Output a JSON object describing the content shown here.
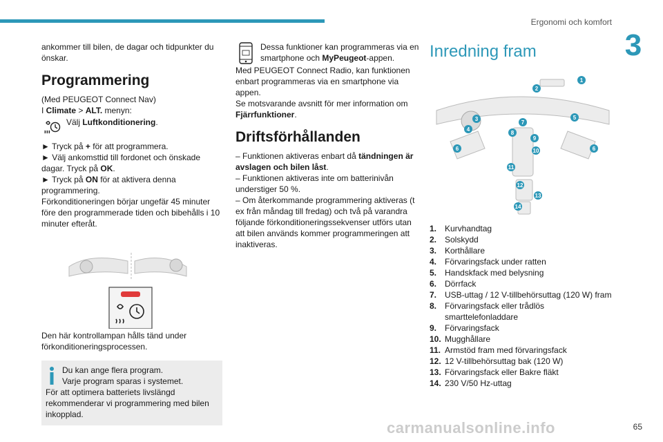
{
  "header": {
    "chapter_title": "Ergonomi och komfort",
    "chapter_number": "3",
    "accent_color": "#2d98b8"
  },
  "col1": {
    "intro": "ankommer till bilen, de dagar och tidpunkter du önskar.",
    "heading": "Programmering",
    "line1": "(Med PEUGEOT Connect Nav)",
    "line2_pre": "I ",
    "line2_b1": "Climate",
    "line2_mid": " > ",
    "line2_b2": "ALT.",
    "line2_post": " menyn:",
    "select_pre": "Välj ",
    "select_b": "Luftkonditionering",
    "select_post": ".",
    "step1_pre": "► Tryck på ",
    "step1_b": "+",
    "step1_post": " för att programmera.",
    "step2_pre": "► Välj ankomsttid till fordonet och önskade dagar. Tryck på ",
    "step2_b": "OK",
    "step2_post": ".",
    "step3_pre": "► Tryck på ",
    "step3_b": "ON",
    "step3_post": " för at aktivera denna programmering.",
    "para": "Förkonditioneringen börjar ungefär 45 minuter före den programmerade tiden och bibehålls i 10 minuter efteråt.",
    "lamp_text": "Den här kontrollampan hålls tänd under förkonditioneringsprocessen.",
    "info_line1": "Du kan ange flera program.",
    "info_line2": "Varje program sparas i systemet.",
    "info_para": "För att optimera batteriets livslängd rekommenderar vi programmering med bilen inkopplad."
  },
  "col2": {
    "phone_text_pre": "Dessa funktioner kan programmeras via en smartphone och ",
    "phone_text_b": "MyPeugeot",
    "phone_text_post": "-appen.",
    "radio_text": "Med PEUGEOT Connect Radio, kan funktionen enbart programmeras via en smartphone via appen.",
    "see_pre": "Se motsvarande avsnitt för mer information om ",
    "see_b": "Fjärrfunktioner",
    "see_post": ".",
    "heading": "Driftsförhållanden",
    "cond1_pre": "– Funktionen aktiveras enbart då ",
    "cond1_b": "tändningen är avslagen och bilen låst",
    "cond1_post": ".",
    "cond2": "– Funktionen aktiveras inte om batterinivån understiger 50 %.",
    "cond3": "– Om återkommande programmering aktiveras (t ex från måndag till fredag) och två på varandra följande förkonditioneringssekvenser utförs utan att bilen används kommer programmeringen att inaktiveras."
  },
  "col3": {
    "heading": "Inredning fram",
    "items": [
      {
        "num": "1.",
        "label": "Kurvhandtag"
      },
      {
        "num": "2.",
        "label": "Solskydd"
      },
      {
        "num": "3.",
        "label": "Korthållare"
      },
      {
        "num": "4.",
        "label": "Förvaringsfack under ratten"
      },
      {
        "num": "5.",
        "label": "Handskfack med belysning"
      },
      {
        "num": "6.",
        "label": "Dörrfack"
      },
      {
        "num": "7.",
        "label": "USB-uttag / 12 V-tillbehörsuttag (120 W) fram"
      },
      {
        "num": "8.",
        "label": "Förvaringsfack eller trådlös smarttelefonladdare"
      },
      {
        "num": "9.",
        "label": "Förvaringsfack"
      },
      {
        "num": "10.",
        "label": "Mugghållare"
      },
      {
        "num": "11.",
        "label": "Armstöd fram med förvaringsfack"
      },
      {
        "num": "12.",
        "label": "12 V-tillbehörsuttag bak (120 W)"
      },
      {
        "num": "13.",
        "label": "Förvaringsfack eller Bakre fläkt"
      },
      {
        "num": "14.",
        "label": "230 V/50 Hz-uttag"
      }
    ],
    "badges": [
      "1",
      "2",
      "3",
      "4",
      "5",
      "6",
      "6",
      "7",
      "8",
      "9",
      "10",
      "11",
      "12",
      "13",
      "14"
    ]
  },
  "footer": {
    "page_number": "65",
    "watermark": "carmanualsonline.info"
  }
}
